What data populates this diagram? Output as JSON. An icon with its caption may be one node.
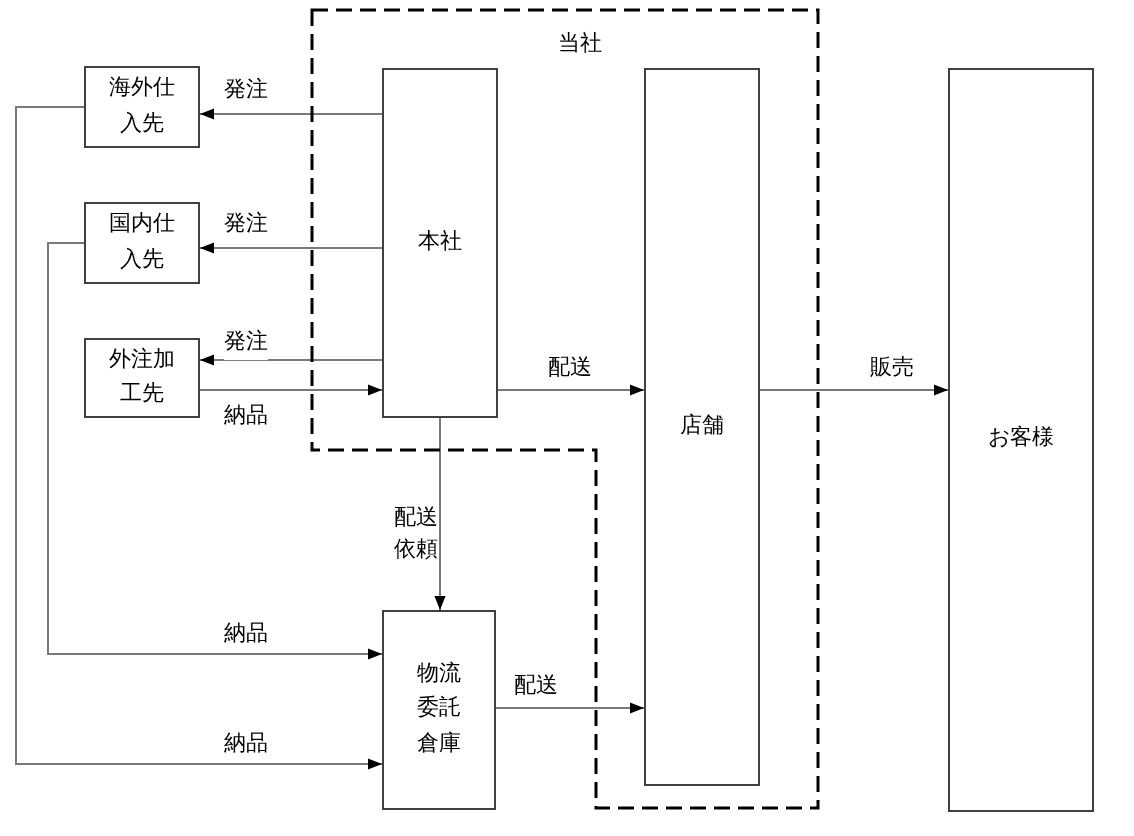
{
  "diagram": {
    "nodes": [
      {
        "text": [
          "当社"
        ]
      },
      {
        "text": [
          "海外仕入先"
        ]
      },
      {
        "text": [
          "国内仕入先"
        ]
      },
      {
        "text": [
          "外注加工先"
        ]
      },
      {
        "text": [
          "本社"
        ],
        "in": 0
      },
      {
        "text": [
          "店舗"
        ],
        "in": 0
      },
      {
        "text": [
          "物流委託倉庫"
        ]
      },
      {
        "text": [
          "お客様"
        ]
      }
    ],
    "edges": [
      {
        "from": 4,
        "to": 1,
        "arrow": "to",
        "label": "発注"
      },
      {
        "from": 4,
        "to": 2,
        "arrow": "to",
        "label": "発注"
      },
      {
        "from": 4,
        "to": 3,
        "arrow": "to",
        "label": "発注"
      },
      {
        "from": 3,
        "to": 4,
        "arrow": "to",
        "label": "納品"
      },
      {
        "from": 4,
        "to": 5,
        "arrow": "to",
        "label": "配送"
      },
      {
        "from": 5,
        "to": 7,
        "arrow": "to",
        "label": "販売"
      },
      {
        "from": 4,
        "to": 6,
        "arrow": "to",
        "label": "配送依頼"
      },
      {
        "from": 2,
        "to": 6,
        "arrow": "to",
        "label": "納品"
      },
      {
        "from": 1,
        "to": 6,
        "arrow": "to",
        "label": "納品"
      },
      {
        "from": 6,
        "to": 5,
        "arrow": "to",
        "label": "配送"
      }
    ]
  }
}
